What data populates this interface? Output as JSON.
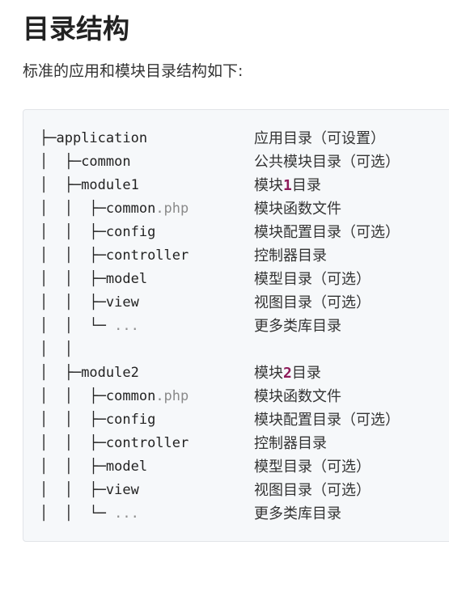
{
  "page": {
    "title": "目录结构",
    "intro": "标准的应用和模块目录结构如下:"
  },
  "tree": [
    {
      "prefix": "├─",
      "name": "application",
      "desc": "应用目录（可设置）"
    },
    {
      "prefix": "│  ├─",
      "name": "common",
      "desc": "公共模块目录（可选）"
    },
    {
      "prefix": "│  ├─",
      "name": "module1",
      "desc_before": "模块",
      "desc_num": "1",
      "desc_after": "目录"
    },
    {
      "prefix": "│  │  ├─",
      "name": "common",
      "ext": ".php",
      "desc": "模块函数文件"
    },
    {
      "prefix": "│  │  ├─",
      "name": "config",
      "desc": "模块配置目录（可选）"
    },
    {
      "prefix": "│  │  ├─",
      "name": "controller",
      "desc": "控制器目录"
    },
    {
      "prefix": "│  │  ├─",
      "name": "model",
      "desc": "模型目录（可选）"
    },
    {
      "prefix": "│  │  ├─",
      "name": "view",
      "desc": "视图目录（可选）"
    },
    {
      "prefix": "│  │  └─ ",
      "dots": "...",
      "desc": "更多类库目录"
    },
    {
      "prefix": "│  │",
      "desc": ""
    },
    {
      "prefix": "│  ├─",
      "name": "module2",
      "desc_before": "模块",
      "desc_num": "2",
      "desc_after": "目录"
    },
    {
      "prefix": "│  │  ├─",
      "name": "common",
      "ext": ".php",
      "desc": "模块函数文件"
    },
    {
      "prefix": "│  │  ├─",
      "name": "config",
      "desc": "模块配置目录（可选）"
    },
    {
      "prefix": "│  │  ├─",
      "name": "controller",
      "desc": "控制器目录"
    },
    {
      "prefix": "│  │  ├─",
      "name": "model",
      "desc": "模型目录（可选）"
    },
    {
      "prefix": "│  │  ├─",
      "name": "view",
      "desc": "视图目录（可选）"
    },
    {
      "prefix": "│  │  └─ ",
      "dots": "...",
      "desc": "更多类库目录"
    }
  ]
}
